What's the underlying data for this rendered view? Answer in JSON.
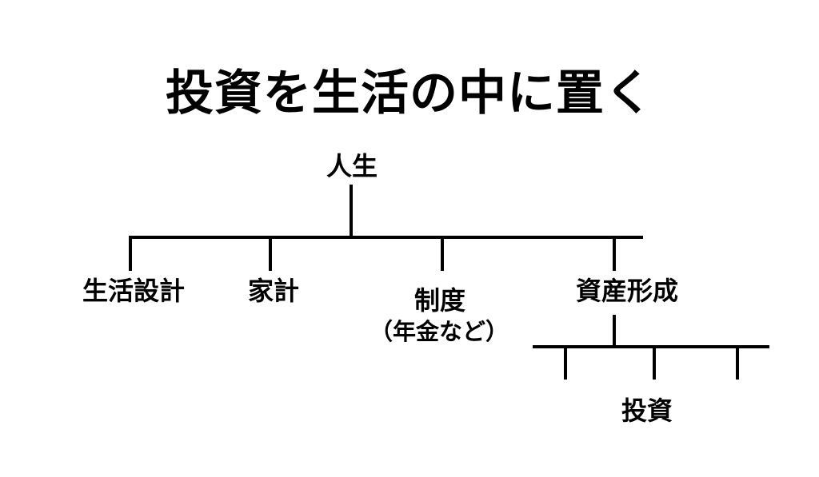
{
  "title": "投資を生活の中に置く",
  "diagram": {
    "type": "tree",
    "root": {
      "label": "人生"
    },
    "level1_nodes": [
      {
        "id": "life-planning",
        "label": "生活設計"
      },
      {
        "id": "household-budget",
        "label": "家計"
      },
      {
        "id": "system",
        "label": "制度",
        "sublabel": "（年金など）"
      },
      {
        "id": "asset-building",
        "label": "資産形成"
      }
    ],
    "level2": {
      "parent": "asset-building",
      "branch_count": 3,
      "labeled_branch": {
        "index": 1,
        "label": "投資"
      }
    }
  },
  "colors": {
    "background": "#ffffff",
    "text": "#000000",
    "line": "#000000"
  }
}
